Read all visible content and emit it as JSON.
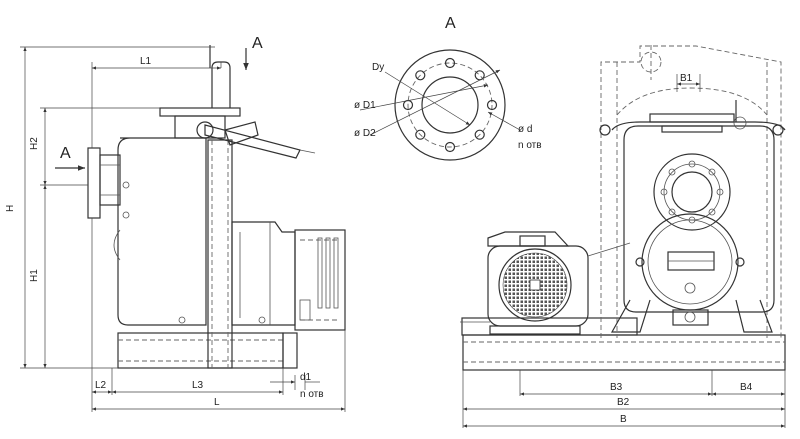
{
  "view_labels": {
    "arrow_top": "A",
    "arrow_side": "A",
    "section_title": "A"
  },
  "left_view": {
    "dims": {
      "L1": "L1",
      "H2": "H2",
      "H": "H",
      "H1": "H1",
      "L2": "L2",
      "L3": "L3",
      "L": "L",
      "d1": "d1",
      "n_holes": "n отв"
    }
  },
  "flange_view": {
    "dims": {
      "Dy": "Dy",
      "D1": "ø D1",
      "D2": "ø D2",
      "d": "ø d",
      "n_holes": "n отв"
    }
  },
  "right_view": {
    "dims": {
      "B1": "B1",
      "B3": "B3",
      "B4": "B4",
      "B2": "B2",
      "B": "B"
    }
  }
}
